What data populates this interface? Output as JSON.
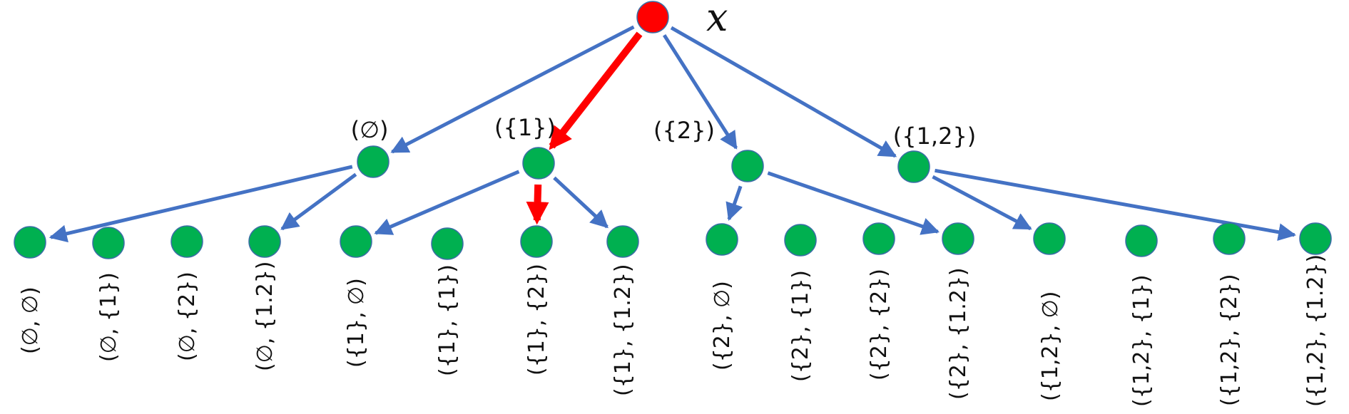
{
  "root": {
    "label": "x",
    "color": "#ff0000"
  },
  "colors": {
    "node_fill": "#00b050",
    "node_stroke": "#3a6ea5",
    "edge": "#4472c4",
    "highlight": "#ff0000"
  },
  "level1": [
    {
      "label": "(∅)"
    },
    {
      "label": "({1})"
    },
    {
      "label": "({2})"
    },
    {
      "label": "({1,2})"
    }
  ],
  "leaves": [
    {
      "label": "(∅, ∅)"
    },
    {
      "label": "(∅, {1})"
    },
    {
      "label": "(∅, {2})"
    },
    {
      "label": "(∅, {1.2})"
    },
    {
      "label": "({1}, ∅)"
    },
    {
      "label": "({1}, {1})"
    },
    {
      "label": "({1}, {2})"
    },
    {
      "label": "({1}, {1.2})"
    },
    {
      "label": "({2}, ∅)"
    },
    {
      "label": "({2}, {1})"
    },
    {
      "label": "({2}, {2})"
    },
    {
      "label": "({2}, {1.2})"
    },
    {
      "label": "({1,2}, ∅)"
    },
    {
      "label": "({1,2}, {1})"
    },
    {
      "label": "({1,2}, {2})"
    },
    {
      "label": "({1,2}, {1.2})"
    }
  ],
  "edges": [
    {
      "from": "root",
      "to": "level1.0",
      "highlight": false
    },
    {
      "from": "root",
      "to": "level1.1",
      "highlight": true
    },
    {
      "from": "root",
      "to": "level1.2",
      "highlight": false
    },
    {
      "from": "root",
      "to": "level1.3",
      "highlight": false
    },
    {
      "from": "level1.0",
      "to": "leaves.0",
      "highlight": false
    },
    {
      "from": "level1.0",
      "to": "leaves.3",
      "highlight": false
    },
    {
      "from": "level1.1",
      "to": "leaves.4",
      "highlight": false
    },
    {
      "from": "level1.1",
      "to": "leaves.6",
      "highlight": true
    },
    {
      "from": "level1.1",
      "to": "leaves.7",
      "highlight": false
    },
    {
      "from": "level1.2",
      "to": "leaves.8",
      "highlight": false
    },
    {
      "from": "level1.2",
      "to": "leaves.11",
      "highlight": false
    },
    {
      "from": "level1.3",
      "to": "leaves.12",
      "highlight": false
    },
    {
      "from": "level1.3",
      "to": "leaves.15",
      "highlight": false
    }
  ]
}
